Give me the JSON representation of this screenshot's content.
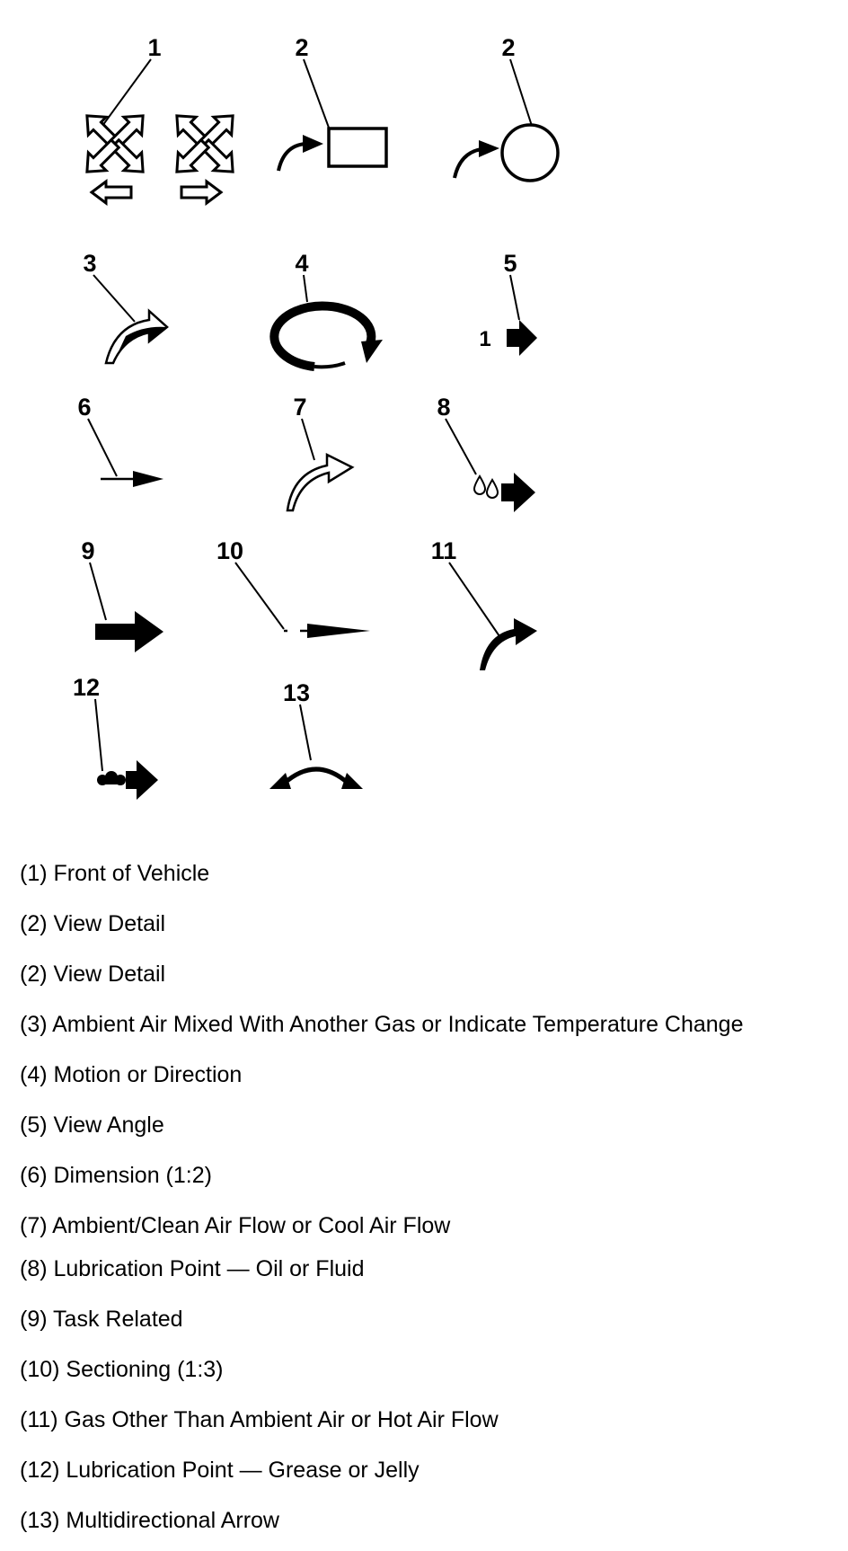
{
  "callouts": [
    "1",
    "2",
    "2",
    "3",
    "4",
    "5",
    "6",
    "7",
    "8",
    "9",
    "10",
    "11",
    "12",
    "13"
  ],
  "view_angle_label": "1",
  "legend": [
    "(1) Front of Vehicle",
    "(2) View Detail",
    "(2) View Detail",
    "(3) Ambient Air Mixed With Another Gas or Indicate Temperature Change",
    "(4) Motion or Direction",
    "(5) View Angle",
    "(6) Dimension (1:2)",
    "(7) Ambient/Clean Air Flow or Cool Air Flow",
    "(8) Lubrication Point — Oil or Fluid",
    "(9) Task Related",
    "(10) Sectioning (1:3)",
    "(11) Gas Other Than Ambient Air or Hot Air Flow",
    "(12) Lubrication Point — Grease or Jelly",
    "(13) Multidirectional Arrow"
  ]
}
